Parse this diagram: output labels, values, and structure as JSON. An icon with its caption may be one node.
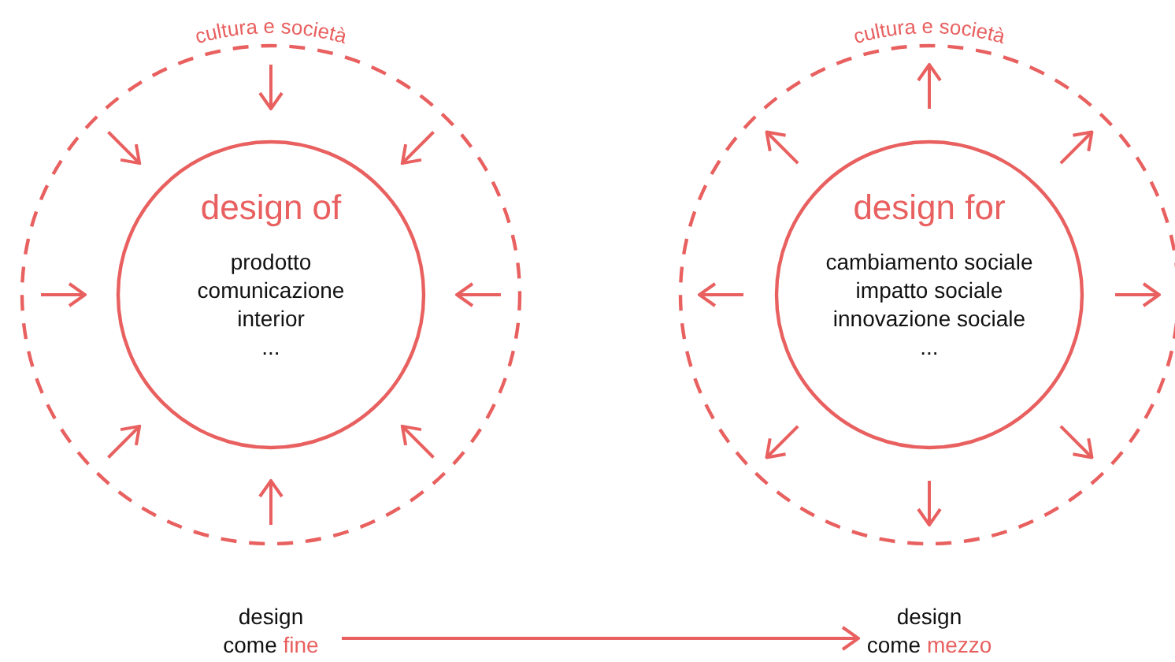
{
  "diagram": {
    "nodes": [
      {
        "text": [
          "cultura e società"
        ]
      },
      {
        "text": [
          "design of",
          "prodotto",
          "comunicazione",
          "interior",
          "..."
        ],
        "in": 0
      },
      {
        "text": [
          "cultura e società"
        ]
      },
      {
        "text": [
          "design for",
          "cambiamento sociale",
          "impatto sociale",
          "innovazione sociale",
          "..."
        ],
        "in": 2
      },
      {
        "text": [
          "design",
          "come",
          "fine"
        ]
      },
      {
        "text": [
          "design",
          "come",
          "mezzo"
        ]
      }
    ],
    "edges": [
      {
        "from": 4,
        "to": 5,
        "arrow": "to"
      }
    ]
  }
}
